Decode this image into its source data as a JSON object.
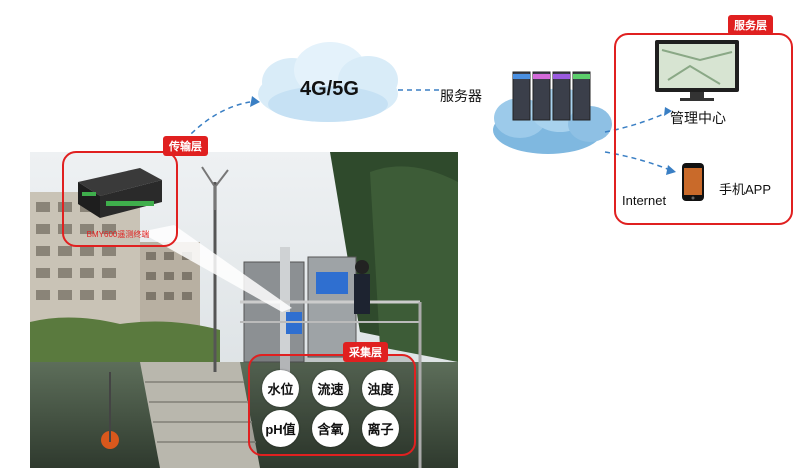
{
  "layers": {
    "transport": "传输层",
    "collect": "采集层",
    "service": "服务层"
  },
  "device_label": "BMY600遥测终端",
  "network_label": "4G/5G",
  "server_label": "服务器",
  "mgmt_label": "管理中心",
  "internet_label": "Internet",
  "app_label": "手机APP",
  "params": [
    "水位",
    "流速",
    "浊度",
    "pH值",
    "含氧",
    "离子"
  ],
  "colors": {
    "accent_red": "#e02020",
    "arrow_blue": "#3a7fc4",
    "cloud_light": "#d9ecf8",
    "cloud_dark": "#7fb8e0"
  }
}
